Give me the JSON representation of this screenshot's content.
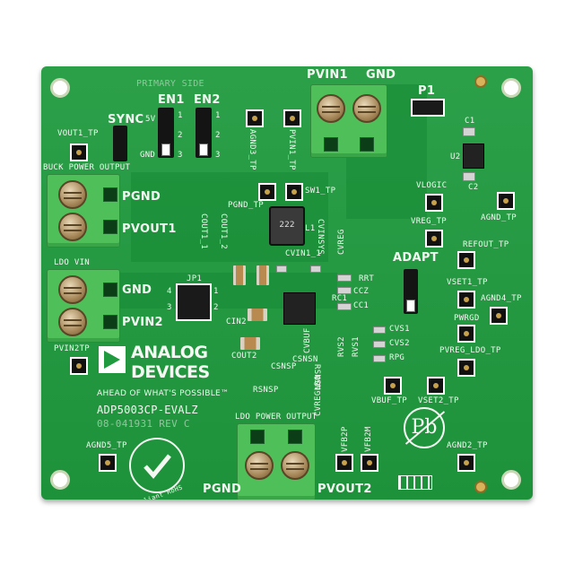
{
  "board": {
    "primary_side": "PRIMARY SIDE",
    "pvin1": "PVIN1",
    "gnd_top": "GND",
    "p1": "P1",
    "c1": "C1",
    "u2": "U2",
    "c2": "C2",
    "en1": "EN1",
    "en2": "EN2",
    "sync": "SYNC",
    "sv": "5V",
    "gnd_small": "GND",
    "pin1": "1",
    "pin2": "2",
    "pin3": "3",
    "pin4": "4",
    "agnd3_tp": "AGND3_TP",
    "pvin1_tp": "PVIN1_TP",
    "vout1_tp": "VOUT1_TP",
    "buck_power_output": "BUCK POWER OUTPUT",
    "pgnd": "PGND",
    "pvout1": "PVOUT1",
    "pgnd_tp": "PGND_TP",
    "sw1_tp": "SW1_TP",
    "cout1_1": "COUT1_1",
    "cout1_2": "COUT1_2",
    "l1": "L1",
    "inductor_code": "222",
    "cvin1_1": "CVIN1_1",
    "cvinsys": "CVINSYS",
    "cvreg": "CVREG",
    "vlogic": "VLOGIC",
    "agnd_tp": "AGND_TP",
    "vreg_tp": "VREG_TP",
    "refout_tp": "REFOUT_TP",
    "adapt": "ADAPT",
    "vset1_tp": "VSET1_TP",
    "agnd4_tp": "AGND4_TP",
    "pwrgd": "PWRGD",
    "pvreg_ldo_tp": "PVREG_LDO_TP",
    "ldo_vin": "LDO VIN",
    "gnd_ldo": "GND",
    "pvin2": "PVIN2",
    "jp1": "JP1",
    "cin2": "CIN2",
    "rrt": "RRT",
    "ccz": "CCZ",
    "cc1": "CC1",
    "rc1": "RC1",
    "cvs1": "CVS1",
    "cvs2": "CVS2",
    "rpg": "RPG",
    "rvs1": "RVS1",
    "rvs2": "RVS2",
    "cout2": "COUT2",
    "csnsp": "CSNSP",
    "csnsn": "CSNSN",
    "cvbuf": "CVBUF",
    "rsnsp": "RSNSP",
    "rsnsn": "RSNSN",
    "cvregldo": "CVREGLDO",
    "vbuf_tp": "VBUF_TP",
    "vset2_tp": "VSET2_TP",
    "pvin2tp": "PVIN2TP",
    "analog": "ANALOG",
    "devices": "DEVICES",
    "tagline": "AHEAD OF WHAT'S POSSIBLE™",
    "model": "ADP5003CP-EVALZ",
    "revision": "08-041931 REV C",
    "ldo_power_output": "LDO POWER OUTPUT",
    "pgnd_bottom": "PGND",
    "pvout2": "PVOUT2",
    "vfb2p": "VFB2P",
    "vfb2m": "VFB2M",
    "agnd5_tp": "AGND5_TP",
    "agnd2_tp": "AGND2_TP",
    "rohs": "Compliant RoHS",
    "pb": "Pb"
  },
  "colors": {
    "pcb": "#1f9a3e",
    "terminal": "#4fbf5a",
    "silkscreen": "#f4f8f2"
  }
}
